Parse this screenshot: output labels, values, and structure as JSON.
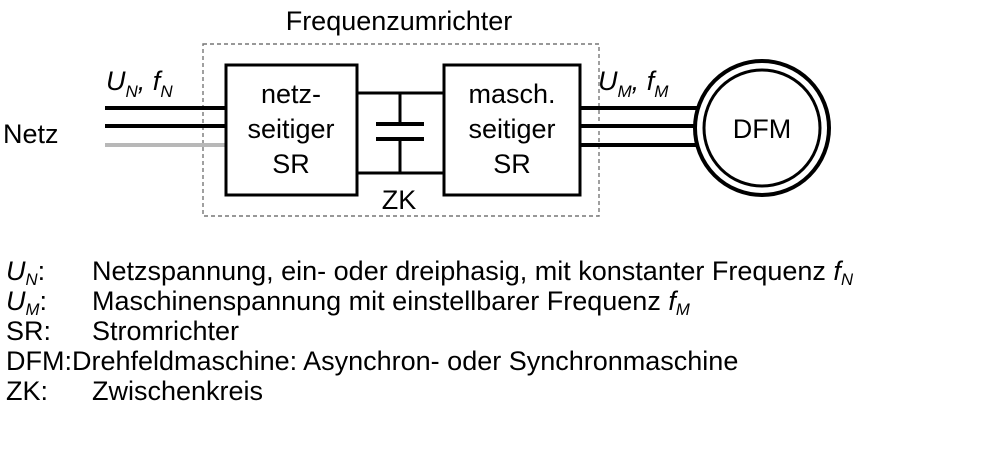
{
  "diagram": {
    "title": "Frequenzumrichter",
    "source_label": "Netz",
    "input_voltage": {
      "symbol": "U",
      "sub": "N",
      "sep": ", ",
      "freq_symbol": "f",
      "freq_sub": "N"
    },
    "output_voltage": {
      "symbol": "U",
      "sub": "M",
      "sep": ", ",
      "freq_symbol": "f",
      "freq_sub": "M"
    },
    "grid_converter": {
      "line1": "netz-",
      "line2": "seitiger",
      "line3": "SR"
    },
    "machine_converter": {
      "line1": "masch.",
      "line2": "seitiger",
      "line3": "SR"
    },
    "dc_link_label": "ZK",
    "machine_label": "DFM",
    "colors": {
      "line": "#000000",
      "neutral_line": "#b8b8b8",
      "dashed_border": "#777777"
    }
  },
  "legend": [
    {
      "symbol": "U",
      "sub": "N",
      "colon": ":",
      "text": "Netzspannung, ein- oder dreiphasig, mit konstanter Frequenz ",
      "freq_symbol": "f",
      "freq_sub": "N"
    },
    {
      "symbol": "U",
      "sub": "M",
      "colon": ":",
      "text": "Maschinenspannung mit einstellbarer Frequenz ",
      "freq_symbol": "f",
      "freq_sub": "M"
    },
    {
      "term": "SR:",
      "text": "Stromrichter"
    },
    {
      "term": "DFM:",
      "text": "Drehfeldmaschine: Asynchron- oder Synchronmaschine"
    },
    {
      "term": "ZK:",
      "text": "Zwischenkreis"
    }
  ]
}
